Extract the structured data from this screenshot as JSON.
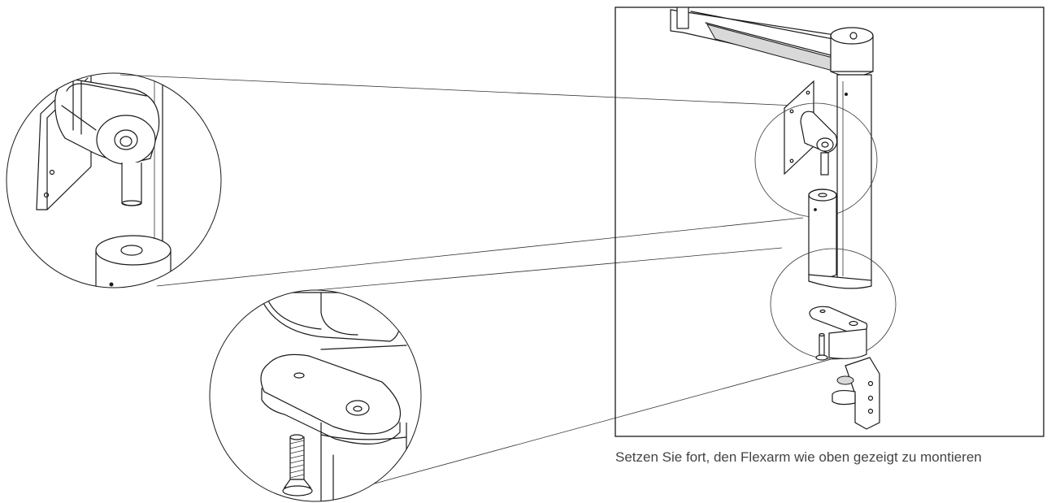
{
  "instruction": {
    "text": "Setzen Sie fort, den Flexarm wie oben gezeigt zu montieren"
  },
  "icons": {
    "overview": "monitor-arm-assembly-overview",
    "detail_top": "vesa-plate-pivot-detail",
    "detail_bottom": "screw-and-clamp-plate-detail"
  },
  "colors": {
    "line": "#1a1a1a",
    "caption": "#444444",
    "background": "#ffffff"
  }
}
